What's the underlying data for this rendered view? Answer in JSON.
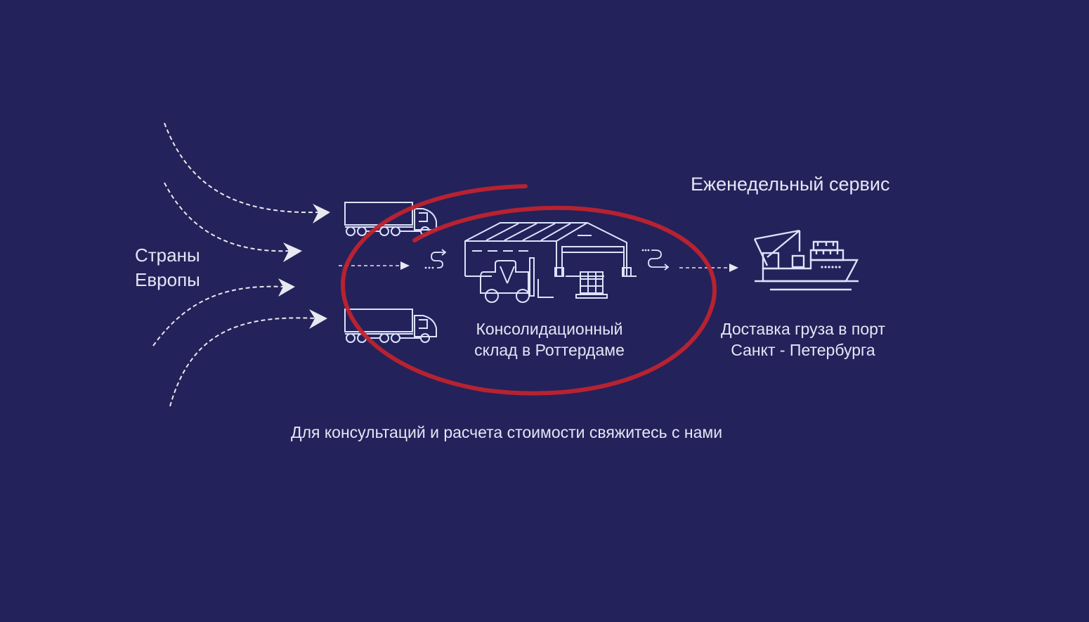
{
  "diagram": {
    "origin": {
      "line1": "Страны",
      "line2": "Европы",
      "inbound_flow_count": 4
    },
    "trucks": [
      {
        "icon": "truck-icon"
      },
      {
        "icon": "truck-icon"
      }
    ],
    "warehouse": {
      "icon": "warehouse-icon",
      "line1": "Консолидационный",
      "line2": "склад в Роттердаме",
      "highlighted": true,
      "highlight_color": "#c0232f"
    },
    "service": {
      "label": "Еженедельный сервис"
    },
    "port": {
      "icon": "cargo-ship-icon",
      "line1": "Доставка груза в порт",
      "line2": "Санкт - Петербурга"
    },
    "footer": {
      "text": "Для консультаций и расчета стоимости свяжитесь с нами"
    },
    "colors": {
      "background": "#24225a",
      "text": "#e3e6f5",
      "icon_stroke": "#dbe4fb",
      "arrow": "#e8e8f0",
      "highlight": "#c0232f"
    }
  }
}
